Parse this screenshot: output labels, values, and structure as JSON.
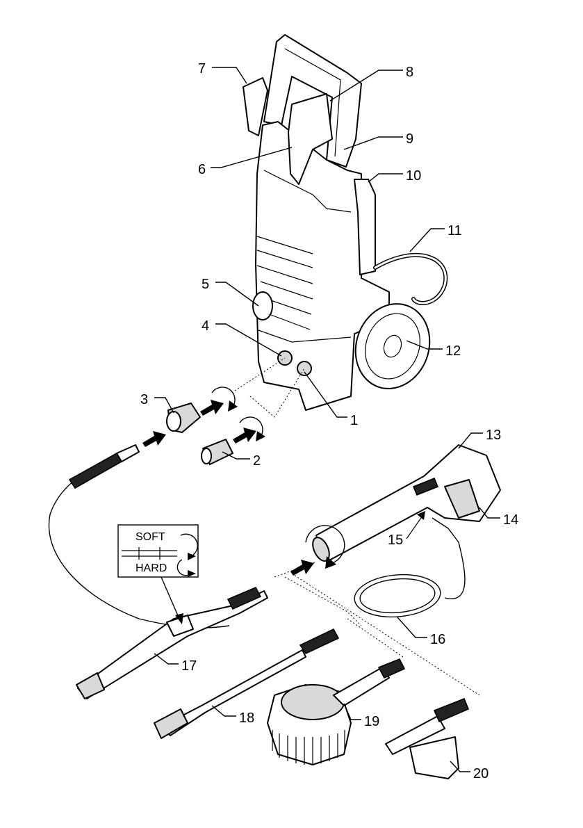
{
  "callouts": [
    {
      "id": "1",
      "text": "1"
    },
    {
      "id": "2",
      "text": "2"
    },
    {
      "id": "3",
      "text": "3"
    },
    {
      "id": "4",
      "text": "4"
    },
    {
      "id": "5",
      "text": "5"
    },
    {
      "id": "6",
      "text": "6"
    },
    {
      "id": "7",
      "text": "7"
    },
    {
      "id": "8",
      "text": "8"
    },
    {
      "id": "9",
      "text": "9"
    },
    {
      "id": "10",
      "text": "10"
    },
    {
      "id": "11",
      "text": "11"
    },
    {
      "id": "12",
      "text": "12"
    },
    {
      "id": "13",
      "text": "13"
    },
    {
      "id": "14",
      "text": "14"
    },
    {
      "id": "15",
      "text": "15"
    },
    {
      "id": "16",
      "text": "16"
    },
    {
      "id": "17",
      "text": "17"
    },
    {
      "id": "18",
      "text": "18"
    },
    {
      "id": "19",
      "text": "19"
    },
    {
      "id": "20",
      "text": "20"
    }
  ],
  "inset": {
    "top_label": "SOFT",
    "bottom_label": "HARD"
  }
}
